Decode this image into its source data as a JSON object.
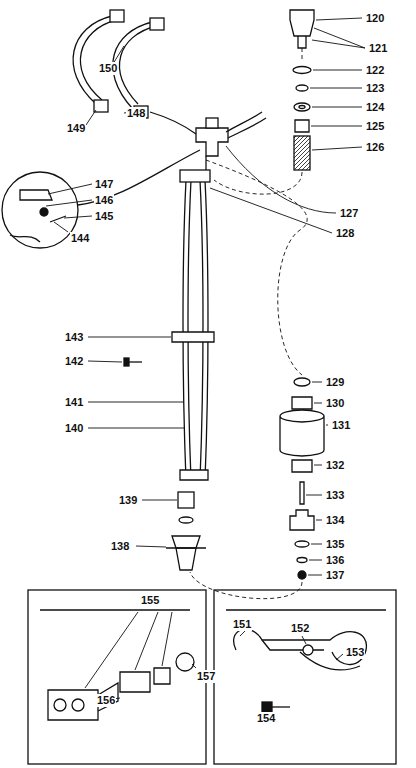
{
  "diagram": {
    "labels": [
      "120",
      "121",
      "122",
      "123",
      "124",
      "125",
      "126",
      "127",
      "128",
      "129",
      "130",
      "131",
      "132",
      "133",
      "134",
      "135",
      "136",
      "137",
      "138",
      "139",
      "140",
      "141",
      "142",
      "143",
      "144",
      "145",
      "146",
      "147",
      "148",
      "149",
      "150",
      "151",
      "152",
      "153",
      "154",
      "155",
      "156",
      "157"
    ]
  }
}
